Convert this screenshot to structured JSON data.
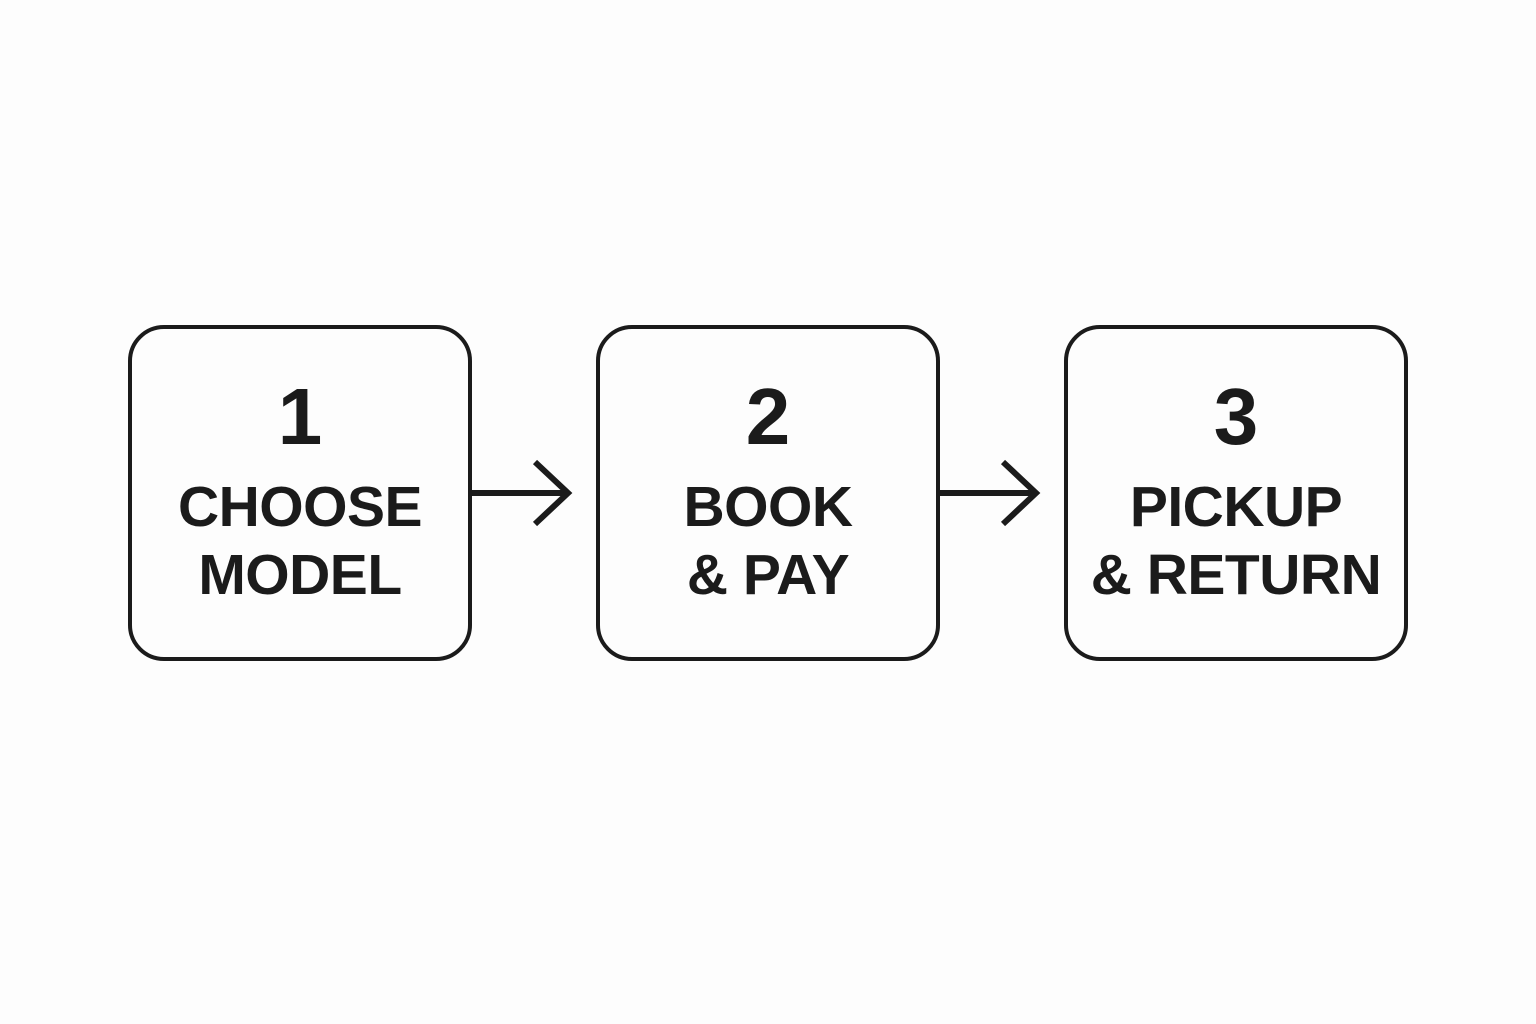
{
  "colors": {
    "background": "#fdfdfd",
    "ink": "#1b1b1b"
  },
  "steps": [
    {
      "number": "1",
      "label_line1": "CHOOSE",
      "label_line2": "MODEL"
    },
    {
      "number": "2",
      "label_line1": "BOOK",
      "label_line2": "& PAY"
    },
    {
      "number": "3",
      "label_line1": "PICKUP",
      "label_line2": "& RETURN"
    }
  ],
  "arrows": [
    {
      "icon": "arrow-right-icon"
    },
    {
      "icon": "arrow-right-icon"
    }
  ]
}
